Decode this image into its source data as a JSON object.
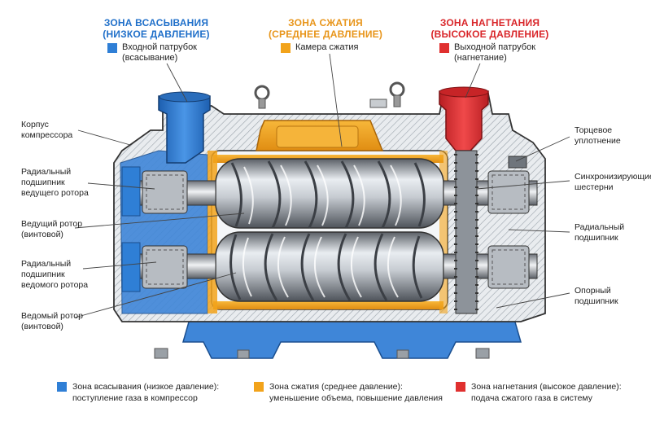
{
  "colors": {
    "suction": "#2f7fd6",
    "compression": "#f2a31b",
    "discharge": "#e0302f",
    "suction_text": "#1f6fc9",
    "compression_text": "#e8951a",
    "discharge_text": "#d9262a"
  },
  "zones": {
    "suction": {
      "title": "ЗОНА ВСАСЫВАНИЯ",
      "subtitle": "(НИЗКОЕ ДАВЛЕНИЕ)",
      "legend_line1": "Входной патрубок",
      "legend_line2": "(всасывание)"
    },
    "compression": {
      "title": "ЗОНА СЖАТИЯ",
      "subtitle": "(СРЕДНЕЕ ДАВЛЕНИЕ)",
      "legend_line1": "Камера сжатия"
    },
    "discharge": {
      "title": "ЗОНА НАГНЕТАНИЯ",
      "subtitle": "(ВЫСОКОЕ ДАВЛЕНИЕ)",
      "legend_line1": "Выходной патрубок",
      "legend_line2": "(нагнетание)"
    }
  },
  "labels_left": {
    "housing": [
      "Корпус",
      "компрессора"
    ],
    "bearing_drive": [
      "Радиальный",
      "подшипник",
      "ведущего ротора"
    ],
    "drive_rotor": [
      "Ведущий ротор",
      "(винтовой)"
    ],
    "bearing_driven": [
      "Радиальный",
      "подшипник",
      "ведомого ротора"
    ],
    "driven_rotor": [
      "Ведомый ротор",
      "(винтовой)"
    ]
  },
  "labels_right": {
    "seal": [
      "Торцевое",
      "уплотнение"
    ],
    "gears": [
      "Синхронизирующие",
      "шестерни"
    ],
    "radial_bearing": [
      "Радиальный",
      "подшипник"
    ],
    "thrust_bearing": [
      "Опорный",
      "подшипник"
    ]
  },
  "bottom_legend": {
    "suction": [
      "Зона всасывания (низкое давление):",
      "поступление газа в компрессор"
    ],
    "compression": [
      "Зона сжатия (среднее давление):",
      "уменьшение объема, повышение давления"
    ],
    "discharge": [
      "Зона нагнетания (высокое давление):",
      "подача сжатого газа в систему"
    ]
  }
}
